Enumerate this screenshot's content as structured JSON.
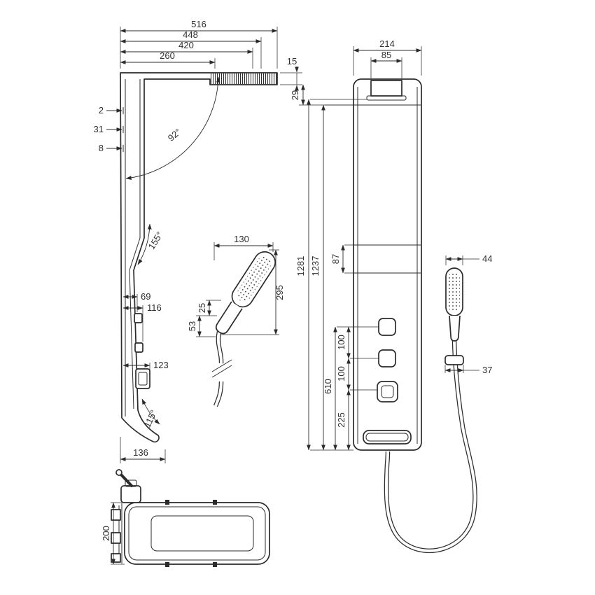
{
  "colors": {
    "line": "#2b2b2b",
    "background": "#ffffff"
  },
  "side_view": {
    "w516": "516",
    "w448": "448",
    "w420": "420",
    "w260": "260",
    "g2": "2",
    "g31": "31",
    "g8": "8",
    "a92": "92°",
    "a155": "155°",
    "a115": "115°",
    "p69": "69",
    "p116": "116",
    "p123": "123",
    "w136": "136",
    "t15": "15",
    "h29": "29"
  },
  "hand_shower_view": {
    "w130": "130",
    "o25": "25",
    "o53": "53",
    "h295": "295"
  },
  "front_view": {
    "w214": "214",
    "w85": "85",
    "g87": "87",
    "h1281": "1281",
    "h1237": "1237",
    "h610": "610",
    "s100_upper": "100",
    "s100_lower": "100",
    "h225": "225",
    "w44": "44",
    "w37": "37"
  },
  "plan_view": {
    "d200": "200"
  }
}
